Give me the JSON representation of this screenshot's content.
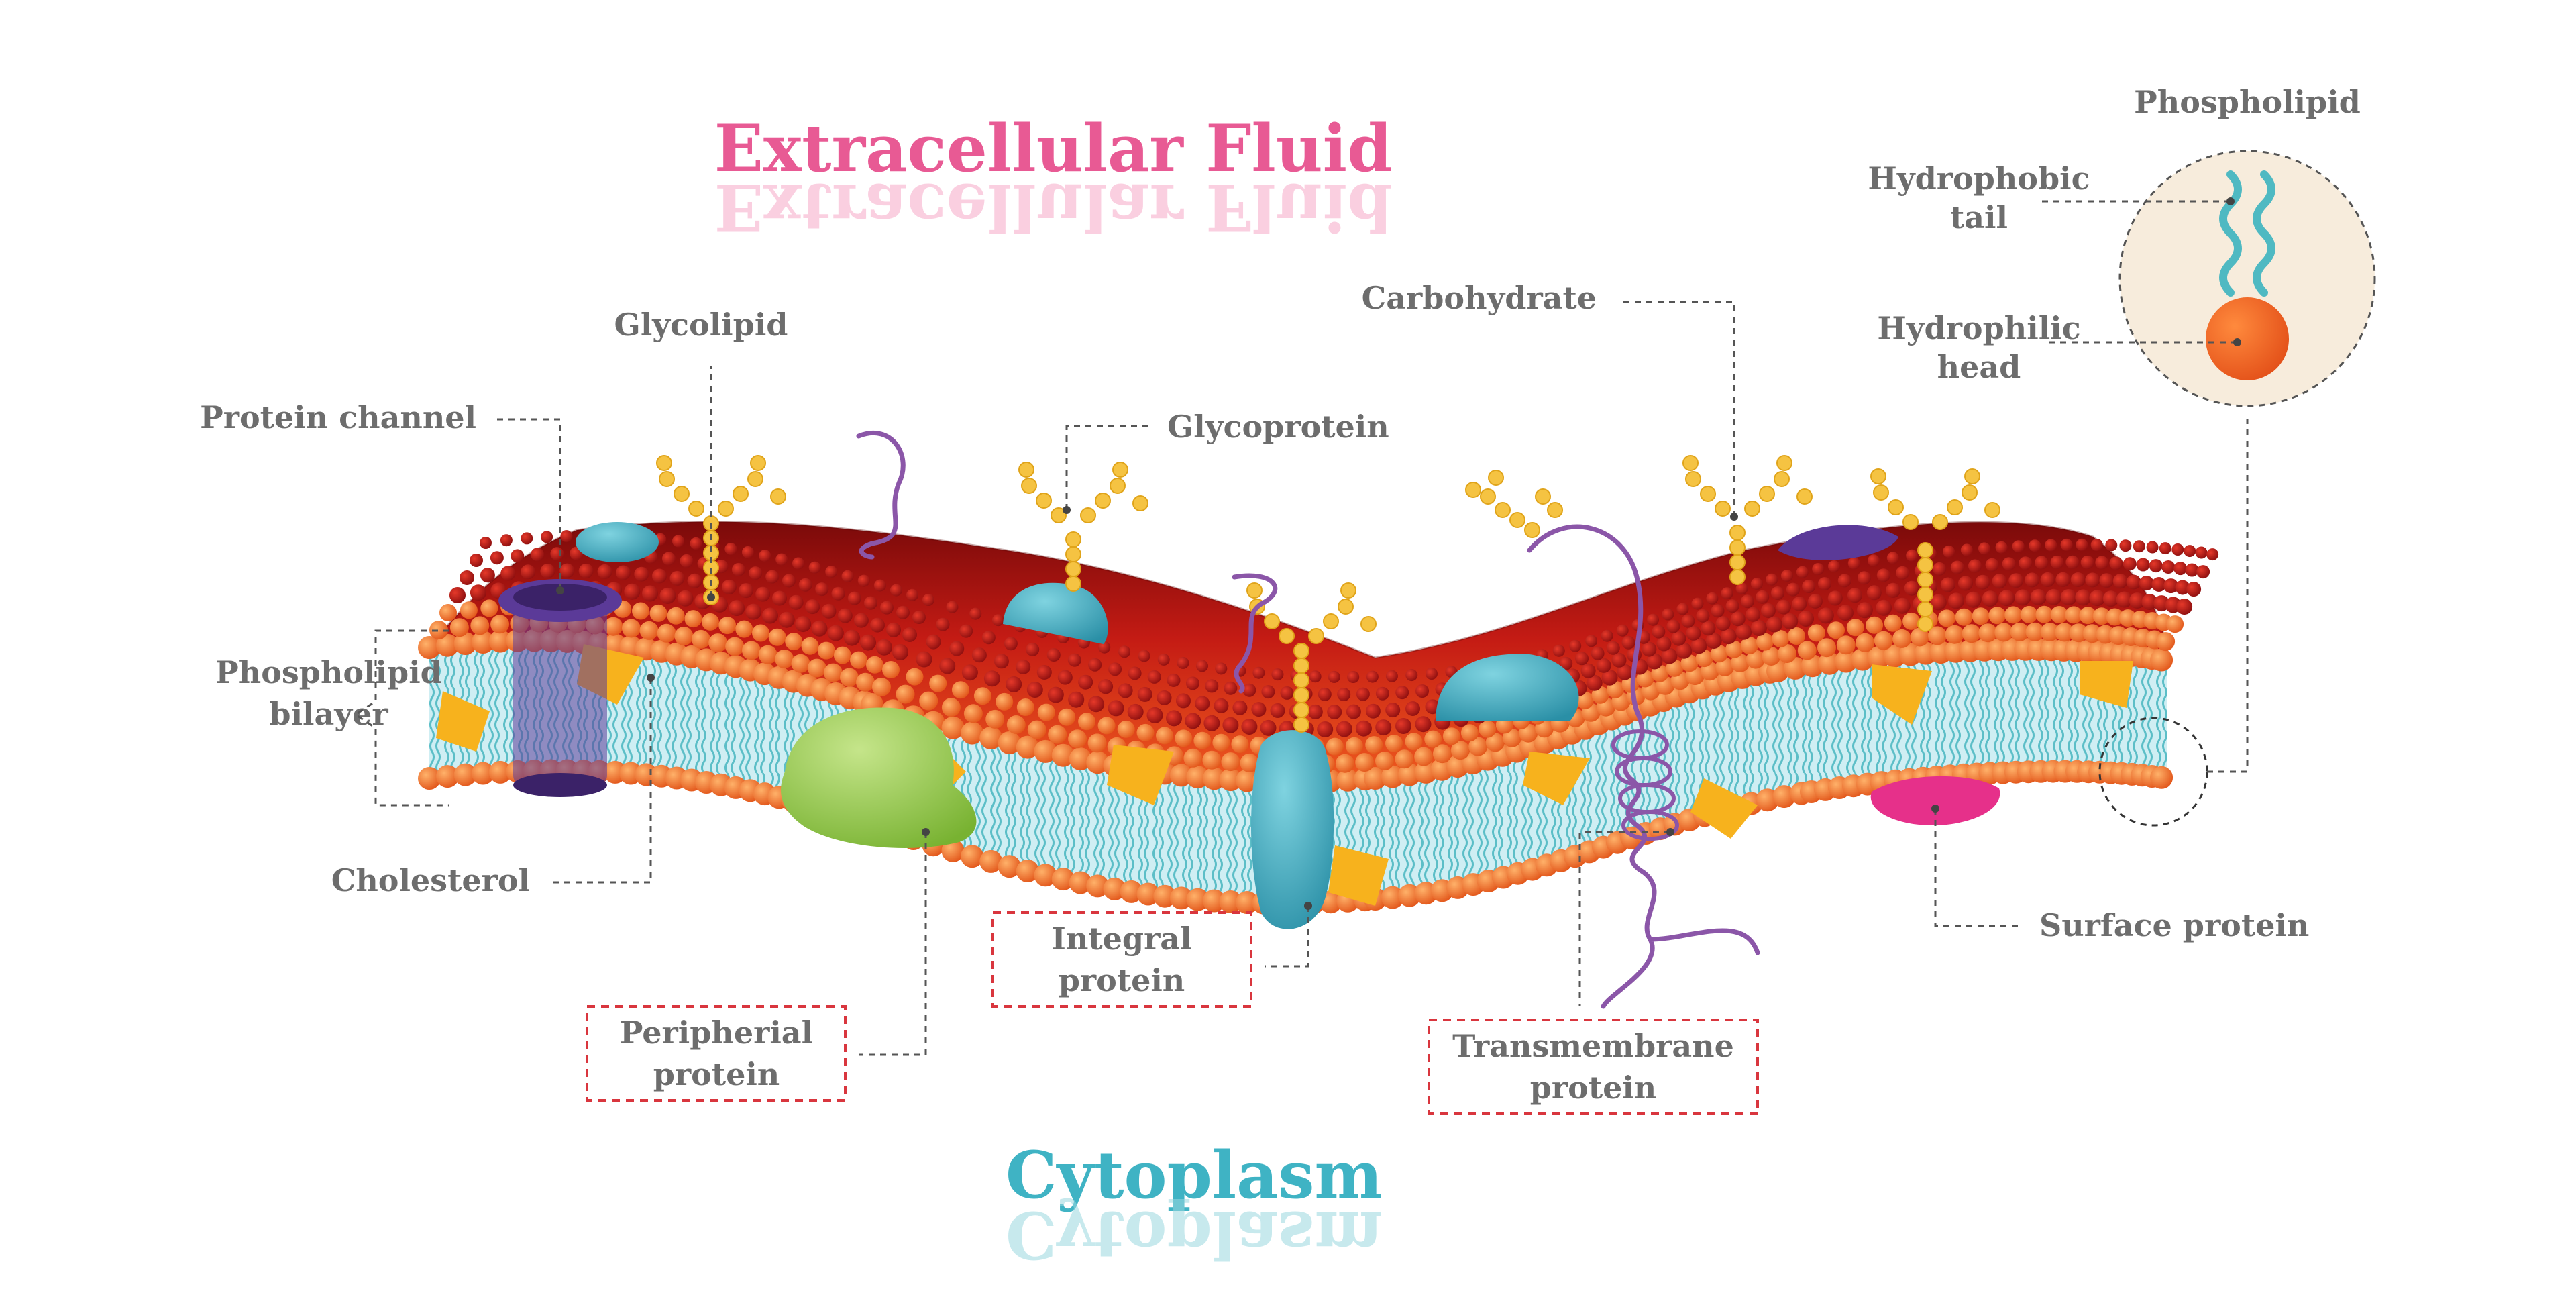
{
  "regions": {
    "top": "Extracellular Fluid",
    "bottom": "Cytoplasm"
  },
  "labels": {
    "protein_channel": "Protein channel",
    "glycolipid": "Glycolipid",
    "glycoprotein": "Glycoprotein",
    "carbohydrate": "Carbohydrate",
    "phospholipid_bilayer_1": "Phospholipid",
    "phospholipid_bilayer_2": "bilayer",
    "cholesterol": "Cholesterol",
    "peripheral_protein_1": "Peripherial",
    "peripheral_protein_2": "protein",
    "integral_protein_1": "Integral",
    "integral_protein_2": "protein",
    "transmembrane_protein_1": "Transmembrane",
    "transmembrane_protein_2": "protein",
    "surface_protein": "Surface protein"
  },
  "inset": {
    "title": "Phospholipid",
    "tail_1": "Hydrophobic",
    "tail_2": "tail",
    "head_1": "Hydrophilic",
    "head_2": "head"
  },
  "colors": {
    "top_title": "#e85a94",
    "bottom_title": "#3fb3c4",
    "head_dark": "#8e0f0f",
    "head_red": "#dd2a1b",
    "head_orange": "#f26a21",
    "tail_blue": "#4fb9c2",
    "core": "#cfeef3",
    "cholesterol": "#f7b21d",
    "sugar": "#f5c342",
    "channel": "#5b3a98",
    "protein_teal": "#3aa8be",
    "protein_green": "#8cc63f",
    "protein_pink": "#e6308a",
    "chain": "#8b56a8",
    "inset_bg": "#f7ecdc"
  },
  "icons": [
    "phospholipid-head-icon",
    "phospholipid-tail-icon",
    "carbohydrate-chain-icon",
    "protein-helix-icon"
  ]
}
